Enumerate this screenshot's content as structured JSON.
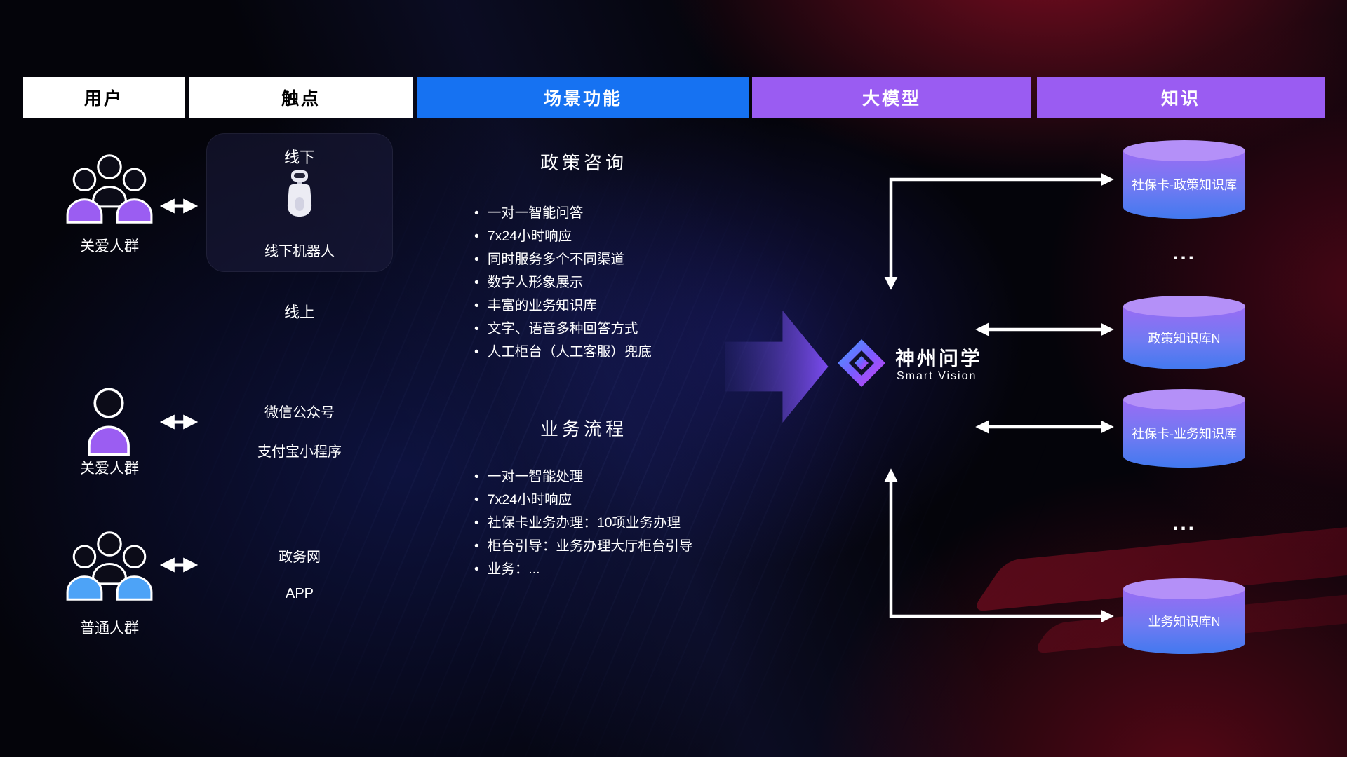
{
  "header": {
    "users": "用户",
    "touchpoints": "触点",
    "scenes": "场景功能",
    "model": "大模型",
    "knowledge": "知识"
  },
  "users": [
    {
      "label": "关爱人群"
    },
    {
      "label": "关爱人群"
    },
    {
      "label": "普通人群"
    }
  ],
  "touchpoints": {
    "offline_title": "线下",
    "offline_device": "线下机器人",
    "online_title": "线上",
    "channels": [
      "微信公众号",
      "支付宝小程序",
      "政务网",
      "APP"
    ]
  },
  "scenes": {
    "policy": {
      "title": "政策咨询",
      "items": [
        "一对一智能问答",
        "7x24小时响应",
        "同时服务多个不同渠道",
        "数字人形象展示",
        "丰富的业务知识库",
        "文字、语音多种回答方式",
        "人工柜台（人工客服）兜底"
      ]
    },
    "process": {
      "title": "业务流程",
      "items": [
        "一对一智能处理",
        "7x24小时响应",
        "社保卡业务办理：10项业务办理",
        "柜台引导：业务办理大厅柜台引导",
        "业务：..."
      ]
    }
  },
  "model": {
    "name": "神州问学",
    "subtitle": "Smart Vision"
  },
  "knowledge": {
    "items": [
      "社保卡-政策知识库",
      "政策知识库N",
      "社保卡-业务知识库",
      "业务知识库N"
    ],
    "ellipsis": "..."
  },
  "colors": {
    "header_blue": "#1672f2",
    "header_purple": "#9a5cf2",
    "cylinder_top": "#b490f8",
    "cylinder_body_start": "#9a6cf4",
    "cylinder_body_end": "#4279ef",
    "user_purple": "#9b5df2",
    "user_blue": "#4da3f7",
    "flow_arrow_purple": "#7b4bf0"
  }
}
